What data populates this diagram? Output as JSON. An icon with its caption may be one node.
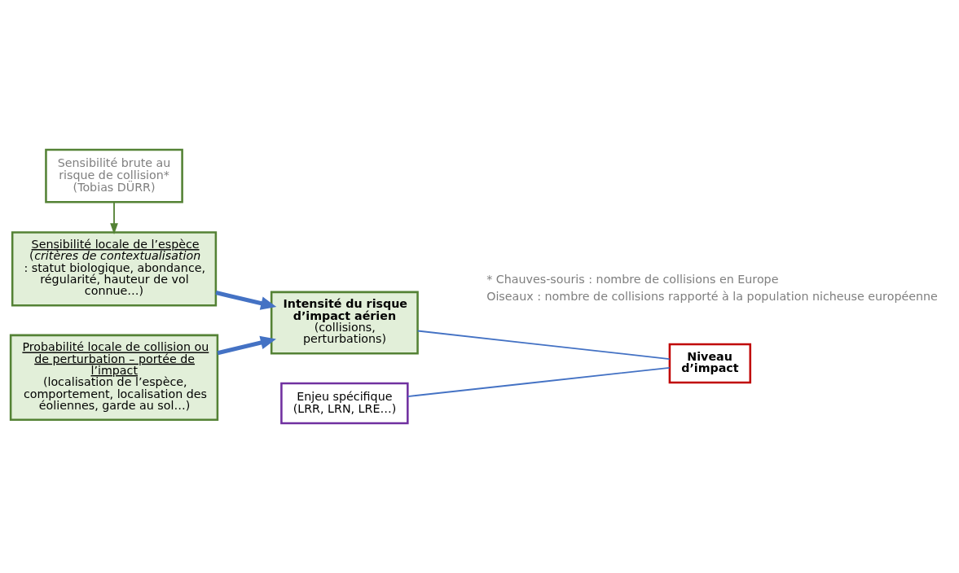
{
  "diagram": {
    "nodes": [
      {
        "text": [
          "Sensibilité brute au risque de collision*",
          "(Tobias DÜRR)"
        ]
      },
      {
        "text": [
          "Sensibilité locale de l’espèce",
          "(*critères de contextualisation* : statut biologique, abondance, régularité, hauteur de vol connue…)"
        ]
      },
      {
        "text": [
          "Probabilité locale de collision ou de perturbation – portée de l’impact",
          "(localisation de l’espèce, comportement, localisation des éoliennes, garde au sol…)"
        ]
      },
      {
        "text": [
          "Intensité du risque d’impact aérien",
          "(collisions, perturbations)"
        ]
      },
      {
        "text": [
          "Enjeu spécifique",
          "(LRR, LRN, LRE…)"
        ]
      },
      {
        "text": [
          "Niveau d’impact"
        ]
      }
    ],
    "edges": [
      {
        "from": 0,
        "to": 1,
        "arrow": "to",
        "color": "#548235"
      },
      {
        "from": 1,
        "to": 3,
        "arrow": "to",
        "style": "thick"
      },
      {
        "from": 2,
        "to": 3,
        "arrow": "to",
        "style": "thick"
      },
      {
        "from": 3,
        "to": 5,
        "arrow": "none"
      },
      {
        "from": 4,
        "to": 5,
        "arrow": "none"
      }
    ],
    "labels": [
      "* Chauves-souris : nombre de collisions en Europe",
      "Oiseaux : nombre de collisions rapporté à la population nicheuse européenne"
    ]
  }
}
